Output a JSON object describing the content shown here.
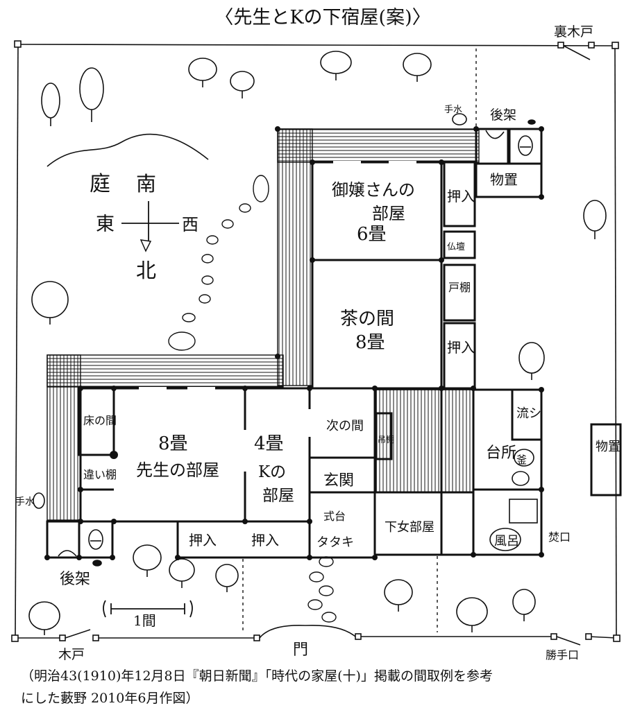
{
  "title": "〈先生とKの下宿屋(案)〉",
  "outside": {
    "garden": "庭",
    "compass": {
      "south": "南",
      "north": "北",
      "east": "東",
      "west": "西"
    },
    "back_gate_top": "裏木戸",
    "wooden_gate": "木戸",
    "kitchen_gate": "勝手口",
    "main_gate": "門",
    "latrine_left": "後架",
    "latrine_right": "後架",
    "handwash_left": "手水",
    "handwash_right": "手水",
    "storage_right": "物置",
    "scale": "1間"
  },
  "rooms": {
    "okusan_room": {
      "name": "御嬢さんの",
      "name2": "部屋",
      "size": "6畳"
    },
    "chanoma": {
      "name": "茶の間",
      "size": "8畳"
    },
    "sensei_room": {
      "size": "8畳",
      "name": "先生の部屋"
    },
    "k_room": {
      "size": "4畳",
      "name": "Kの",
      "name2": "部屋"
    },
    "tokonoma": "床の間",
    "chigaidana": "違い棚",
    "tsugi_no_ma": "次の間",
    "genkan": "玄関",
    "shikidai": "式台",
    "tataki": "タタキ",
    "gejo_room": "下女部屋",
    "daidokoro": "台所",
    "kama": "釜",
    "nagashi": "流シ",
    "furo": "風呂",
    "taki_guchi": "焚口",
    "butsudan": "仏壇",
    "todana": "戸棚",
    "tsuridana": "吊棚",
    "monooki_top": "物置",
    "oshiire": [
      "押入",
      "押入",
      "押入",
      "押入"
    ]
  },
  "caption": {
    "line1": "（明治43(1910)年12月8日『朝日新聞』「時代の家屋(十)」掲載の間取例を参考",
    "line2": "にした藪野 2010年6月作図）"
  }
}
